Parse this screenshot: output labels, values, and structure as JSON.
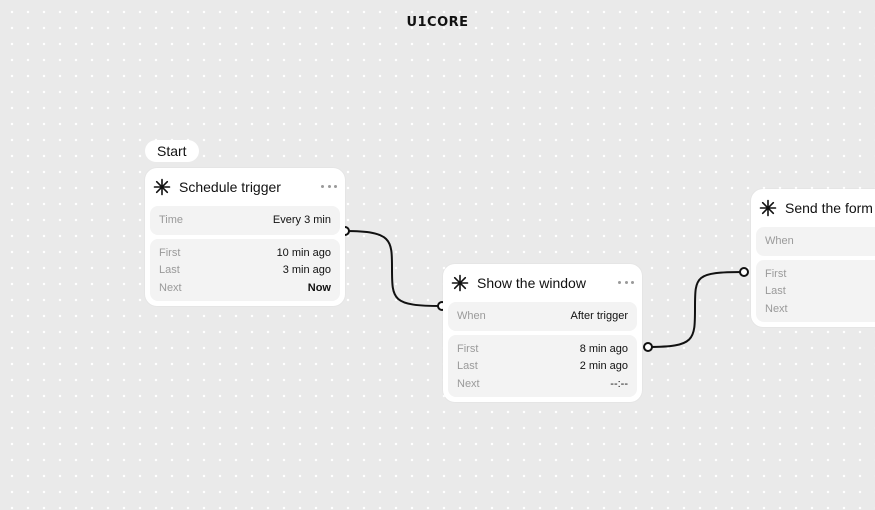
{
  "app": {
    "logo": "U1CORE"
  },
  "start_label": "Start",
  "nodes": [
    {
      "title": "Schedule trigger",
      "icon": "asterisk-icon",
      "fields": [
        {
          "key": "Time",
          "value": "Every 3 min"
        }
      ],
      "stats": [
        {
          "key": "First",
          "value": "10 min ago"
        },
        {
          "key": "Last",
          "value": "3 min ago"
        },
        {
          "key": "Next",
          "value": "Now"
        }
      ]
    },
    {
      "title": "Show the window",
      "icon": "asterisk-icon",
      "fields": [
        {
          "key": "When",
          "value": "After trigger"
        }
      ],
      "stats": [
        {
          "key": "First",
          "value": "8 min ago"
        },
        {
          "key": "Last",
          "value": "2 min ago"
        },
        {
          "key": "Next",
          "value": "--:--"
        }
      ]
    },
    {
      "title": "Send the form",
      "icon": "asterisk-icon",
      "fields": [
        {
          "key": "When",
          "value": ""
        }
      ],
      "stats": [
        {
          "key": "First",
          "value": ""
        },
        {
          "key": "Last",
          "value": ""
        },
        {
          "key": "Next",
          "value": ""
        }
      ]
    }
  ],
  "colors": {
    "canvas": "#eaeaea",
    "card": "#ffffff",
    "panel": "#f3f3f3",
    "muted_text": "#9a9a9a",
    "wire": "#111111"
  }
}
